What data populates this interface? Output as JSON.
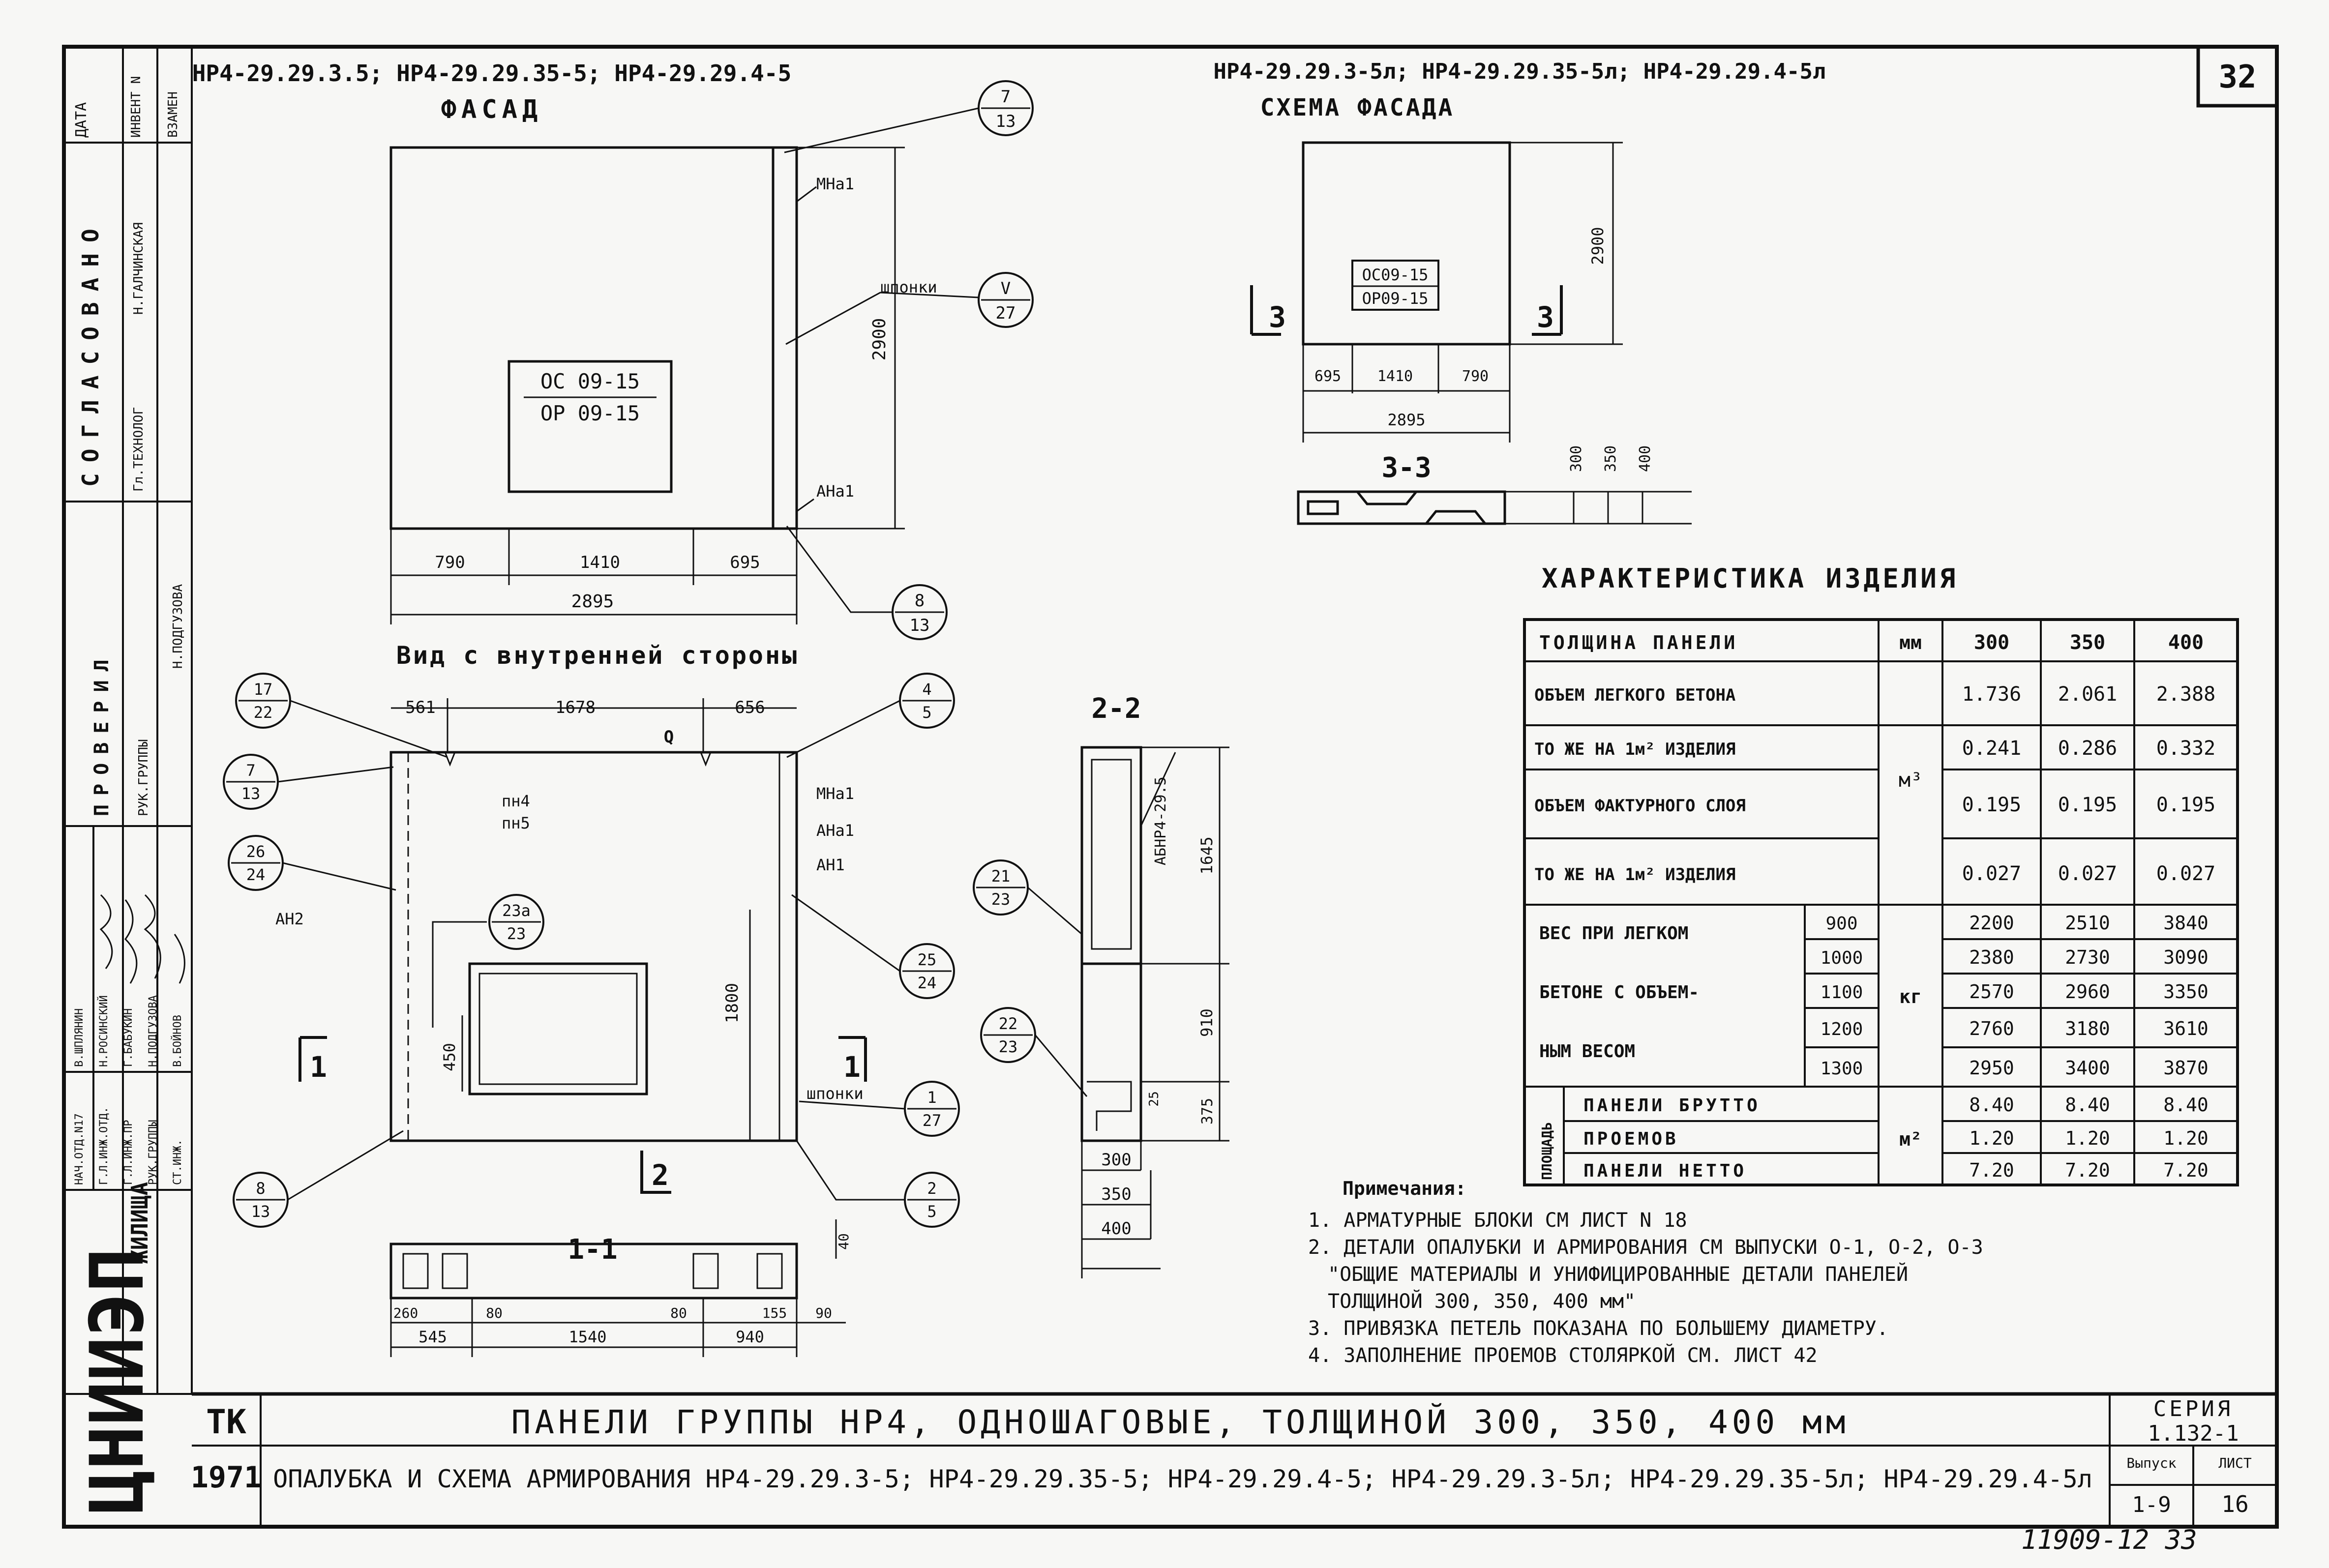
{
  "page_number": "32",
  "stamp_side": {
    "columns": [
      "ДАТА",
      "ИНВЕНТ N",
      "ВЗАМЕН"
    ],
    "agreed_label": "СОГЛАСОВАНО",
    "agreed_rows": [
      "Гл.ТЕХНОЛОГ",
      "Н.ГАЛЧИНСКАЯ"
    ],
    "checked_label": "ПРОВЕРИЛ",
    "checked_rows": [
      "РУК.ГРУППЫ",
      "Н.ПОДГУЗОВА"
    ],
    "names": [
      "В.ШПЛЯНИН",
      "Н.РОСИНСКИЙ",
      "Г.БАБУКИН",
      "Н.ПОДГУЗОВА",
      "В.БОЙНОВ"
    ],
    "roles": [
      "НАЧ.ОТД.N17",
      "Г.Л.ИНЖ.ОТД.",
      "Г.Л.ИНЖ.ПР",
      "РУК.ГРУППЫ",
      "СТ.ИНЖ."
    ],
    "org_logo": "ЦНИИЭП",
    "org_name": "ЖИЛИЩА"
  },
  "facade": {
    "title_marks": "НР4-29.29.3.5; НР4-29.29.35-5; НР4-29.29.4-5",
    "title": "ФАСАД",
    "window_marks": [
      "ОС 09-15",
      "ОР 09-15"
    ],
    "height": "2900",
    "dims": [
      "790",
      "1410",
      "695"
    ],
    "total": "2895",
    "labels": [
      "МНа1",
      "шпонки",
      "АНа1"
    ],
    "callouts": [
      [
        "7",
        "13"
      ],
      [
        "V",
        "27"
      ],
      [
        "8",
        "13"
      ]
    ]
  },
  "scheme": {
    "title_marks": "НР4-29.29.3-5л; НР4-29.29.35-5л; НР4-29.29.4-5л",
    "title": "СХЕМА ФАСАДА",
    "window_marks": [
      "ОС09-15",
      "ОР09-15"
    ],
    "height": "2900",
    "dims": [
      "695",
      "1410",
      "790"
    ],
    "total": "2895",
    "section_left": "3",
    "section_right": "3"
  },
  "section33": {
    "title": "3-3",
    "thicknesses": [
      "300",
      "350",
      "400"
    ]
  },
  "inner_view": {
    "title": "Вид с внутренней стороны",
    "dims_top": [
      "561",
      "1678",
      "656"
    ],
    "label_q": "Q",
    "labels": [
      "пн4",
      "пн5",
      "МНа1",
      "АНа1",
      "АН1",
      "АН2",
      "шпонки"
    ],
    "callouts": [
      [
        "17",
        "22"
      ],
      [
        "7",
        "13"
      ],
      [
        "26",
        "24"
      ],
      [
        "23а",
        "23"
      ],
      [
        "4",
        "5"
      ],
      [
        "25",
        "24"
      ],
      [
        "8",
        "13"
      ],
      [
        "1",
        "27"
      ],
      [
        "2",
        "5"
      ]
    ],
    "dim_1800": "1800",
    "dim_450": "450",
    "section_marks": [
      "1",
      "1",
      "2"
    ]
  },
  "section22": {
    "title": "2-2",
    "block": "АБНР4-29.5",
    "dims": [
      "1645",
      "910",
      "375",
      "25"
    ],
    "thicknesses": [
      "300",
      "350",
      "400"
    ],
    "callouts": [
      [
        "21",
        "23"
      ],
      [
        "22",
        "23"
      ]
    ]
  },
  "section11": {
    "title": "1-1",
    "dims": [
      "545",
      "1540",
      "940",
      "260",
      "80",
      "80",
      "155",
      "90",
      "40"
    ]
  },
  "characteristics": {
    "title": "ХАРАКТЕРИСТИКА ИЗДЕЛИЯ",
    "header": [
      "ТОЛЩИНА ПАНЕЛИ",
      "мм",
      "300",
      "350",
      "400"
    ],
    "unit_m3": "м³",
    "unit_kg": "кг",
    "unit_m2": "м²",
    "rows_volume": [
      {
        "label": "ОБЪЕМ ЛЕГКОГО БЕТОНА",
        "v": [
          "1.736",
          "2.061",
          "2.388"
        ]
      },
      {
        "label": "ТО ЖЕ НА 1м² ИЗДЕЛИЯ",
        "v": [
          "0.241",
          "0.286",
          "0.332"
        ]
      },
      {
        "label": "ОБЪЕМ ФАКТУРНОГО СЛОЯ",
        "v": [
          "0.195",
          "0.195",
          "0.195"
        ]
      },
      {
        "label": "ТО ЖЕ НА 1м² ИЗДЕЛИЯ",
        "v": [
          "0.027",
          "0.027",
          "0.027"
        ]
      }
    ],
    "weight_label": [
      "ВЕС ПРИ ЛЕГКОМ",
      "БЕТОНЕ С ОБЪЕМ-",
      "НЫМ ВЕСОМ"
    ],
    "weight_rows": [
      {
        "d": "900",
        "v": [
          "2200",
          "2510",
          "3840"
        ]
      },
      {
        "d": "1000",
        "v": [
          "2380",
          "2730",
          "3090"
        ]
      },
      {
        "d": "1100",
        "v": [
          "2570",
          "2960",
          "3350"
        ]
      },
      {
        "d": "1200",
        "v": [
          "2760",
          "3180",
          "3610"
        ]
      },
      {
        "d": "1300",
        "v": [
          "2950",
          "3400",
          "3870"
        ]
      }
    ],
    "area_label": "ПЛОЩАДЬ",
    "area_rows": [
      {
        "label": "ПАНЕЛИ БРУТТО",
        "v": [
          "8.40",
          "8.40",
          "8.40"
        ]
      },
      {
        "label": "ПРОЕМОВ",
        "v": [
          "1.20",
          "1.20",
          "1.20"
        ]
      },
      {
        "label": "ПАНЕЛИ НЕТТО",
        "v": [
          "7.20",
          "7.20",
          "7.20"
        ]
      }
    ]
  },
  "notes": {
    "title": "Примечания:",
    "lines": [
      "1. АРМАТУРНЫЕ БЛОКИ СМ ЛИСТ N 18",
      "2. ДЕТАЛИ ОПАЛУБКИ И АРМИРОВАНИЯ СМ ВЫПУСКИ О-1, О-2, О-3",
      "\"ОБЩИЕ МАТЕРИАЛЫ И УНИФИЦИРОВАННЫЕ ДЕТАЛИ ПАНЕЛЕЙ",
      "ТОЛЩИНОЙ 300, 350, 400 мм\"",
      "3. ПРИВЯЗКА ПЕТЕЛЬ ПОКАЗАНА ПО БОЛЬШЕМУ ДИАМЕТРУ.",
      "4. ЗАПОЛНЕНИЕ ПРОЕМОВ СТОЛЯРКОЙ СМ. ЛИСТ 42"
    ]
  },
  "title_block": {
    "code_tk": "ТК",
    "year": "1971",
    "title": "ПАНЕЛИ ГРУППЫ НР4, ОДНОШАГОВЫЕ, ТОЛЩИНОЙ 300, 350, 400 мм",
    "subtitle": "ОПАЛУБКА И СХЕМА АРМИРОВАНИЯ НР4-29.29.3-5; НР4-29.29.35-5; НР4-29.29.4-5; НР4-29.29.3-5л; НР4-29.29.35-5л; НР4-29.29.4-5л",
    "series_label": "СЕРИЯ",
    "series": "1.132-1",
    "issue_label": "Выпуск",
    "issue": "1-9",
    "sheet_label": "ЛИСТ",
    "sheet": "16"
  },
  "handwritten": "11909-12   33"
}
